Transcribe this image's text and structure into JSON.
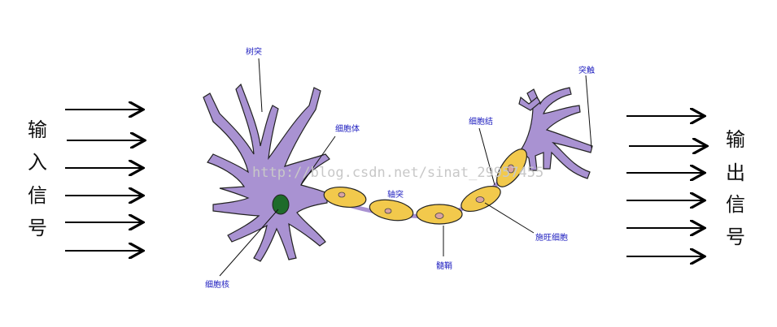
{
  "input_label": [
    "输",
    "入",
    "信",
    "号"
  ],
  "output_label": [
    "输",
    "出",
    "信",
    "号"
  ],
  "labels": {
    "dendrite": "树突",
    "cell_body": "细胞体",
    "node": "细胞结",
    "synapse": "突触",
    "axon": "轴突",
    "schwann_cell": "施旺细胞",
    "myelin": "髓鞘",
    "nucleus": "细胞核"
  },
  "watermark": "http://blog.csdn.net/sinat_29957455",
  "colors": {
    "neuron": "#a992d2",
    "myelin": "#f2c94c",
    "nucleus": "#1e6b2a",
    "label": "#2020c0"
  }
}
